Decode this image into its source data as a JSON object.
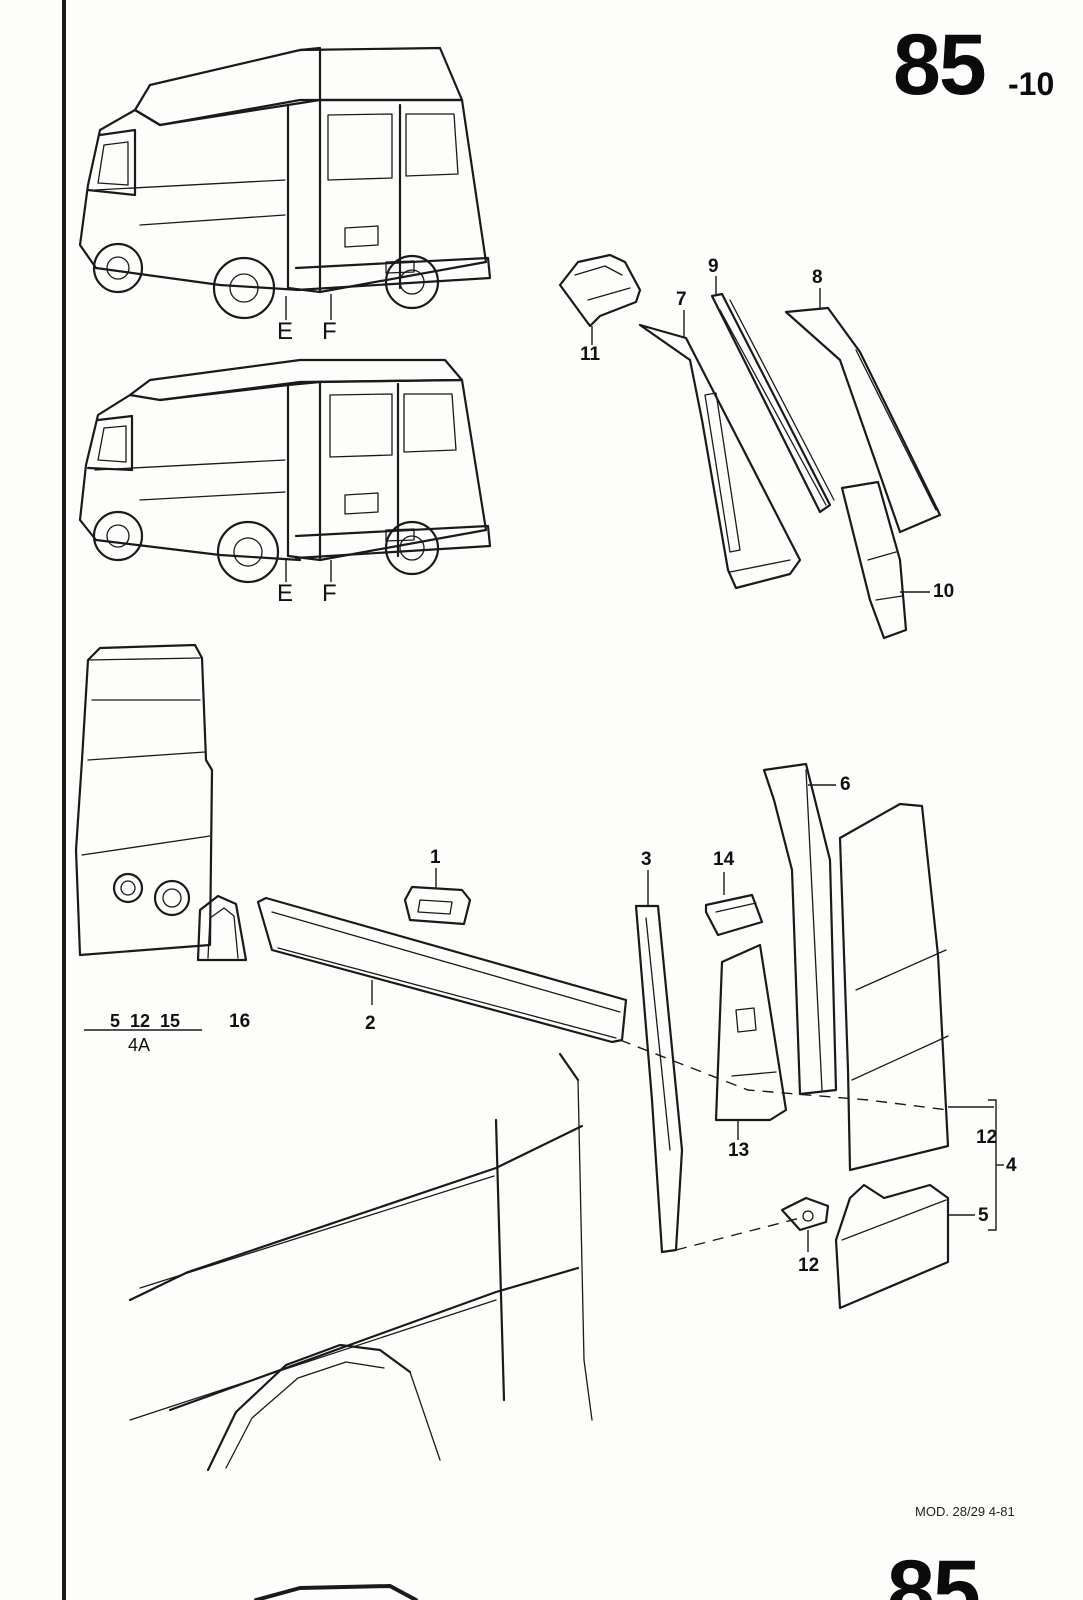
{
  "header": {
    "page_number": "85",
    "page_sub": "-10"
  },
  "footer": {
    "model_note": "MOD. 28/29 4-81",
    "next_page_number": "85"
  },
  "vans": {
    "top": {
      "label_e": "E",
      "label_f": "F"
    },
    "bottom": {
      "label_e": "E",
      "label_f": "F"
    }
  },
  "callouts": {
    "p1": "1",
    "p2": "2",
    "p3": "3",
    "p4": "4",
    "p5": "5",
    "p6": "6",
    "p7": "7",
    "p8": "8",
    "p9": "9",
    "p10": "10",
    "p11": "11",
    "p12_upper": "12",
    "p12_lower": "12",
    "p13": "13",
    "p14": "14",
    "p16": "16"
  },
  "group_4a": {
    "items": "5  12  15",
    "label": "4A"
  }
}
